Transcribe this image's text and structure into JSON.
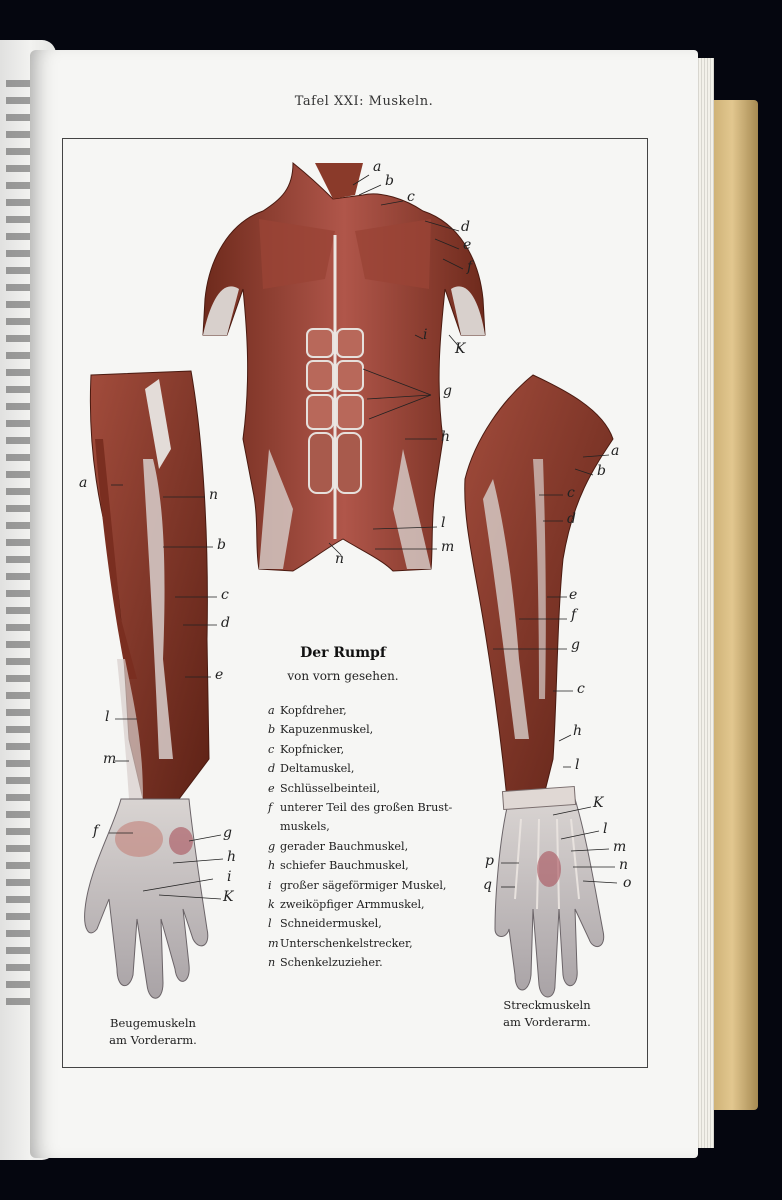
{
  "running_head": "Tafel XXI: Muskeln.",
  "torso": {
    "title": "Der Rumpf",
    "subtitle": "von vorn gesehen."
  },
  "legend": [
    {
      "key": "a",
      "text": "Kopfdreher,"
    },
    {
      "key": "b",
      "text": "Kapuzenmuskel,"
    },
    {
      "key": "c",
      "text": "Kopfnicker,"
    },
    {
      "key": "d",
      "text": "Deltamuskel,"
    },
    {
      "key": "e",
      "text": "Schlüsselbeinteil,"
    },
    {
      "key": "f",
      "text": "unterer Teil des großen Brust-"
    },
    {
      "key": "",
      "text": "muskels,"
    },
    {
      "key": "g",
      "text": "gerader Bauchmuskel,"
    },
    {
      "key": "h",
      "text": "schiefer Bauchmuskel,"
    },
    {
      "key": "i",
      "text": "großer sägeförmiger Muskel,"
    },
    {
      "key": "k",
      "text": "zweiköpfiger Armmuskel,"
    },
    {
      "key": "l",
      "text": "Schneidermuskel,"
    },
    {
      "key": "m",
      "text": "Unterschenkelstrecker,"
    },
    {
      "key": "n",
      "text": "Schenkelzuzieher."
    }
  ],
  "left_arm": {
    "caption_1": "Beugemuskeln",
    "caption_2": "am Vorderarm."
  },
  "right_arm": {
    "caption_1": "Streckmuskeln",
    "caption_2": "am Vorderarm."
  },
  "labels": {
    "torso": [
      "a",
      "b",
      "c",
      "d",
      "e",
      "f",
      "i",
      "K",
      "g",
      "h",
      "l",
      "m",
      "n"
    ],
    "left_arm": [
      "a",
      "n",
      "b",
      "c",
      "d",
      "e",
      "l",
      "m",
      "f",
      "g",
      "h",
      "i",
      "K"
    ],
    "right_arm": [
      "a",
      "b",
      "c",
      "d",
      "e",
      "f",
      "g",
      "c",
      "h",
      "l",
      "K",
      "l",
      "m",
      "p",
      "n",
      "q",
      "o"
    ]
  }
}
